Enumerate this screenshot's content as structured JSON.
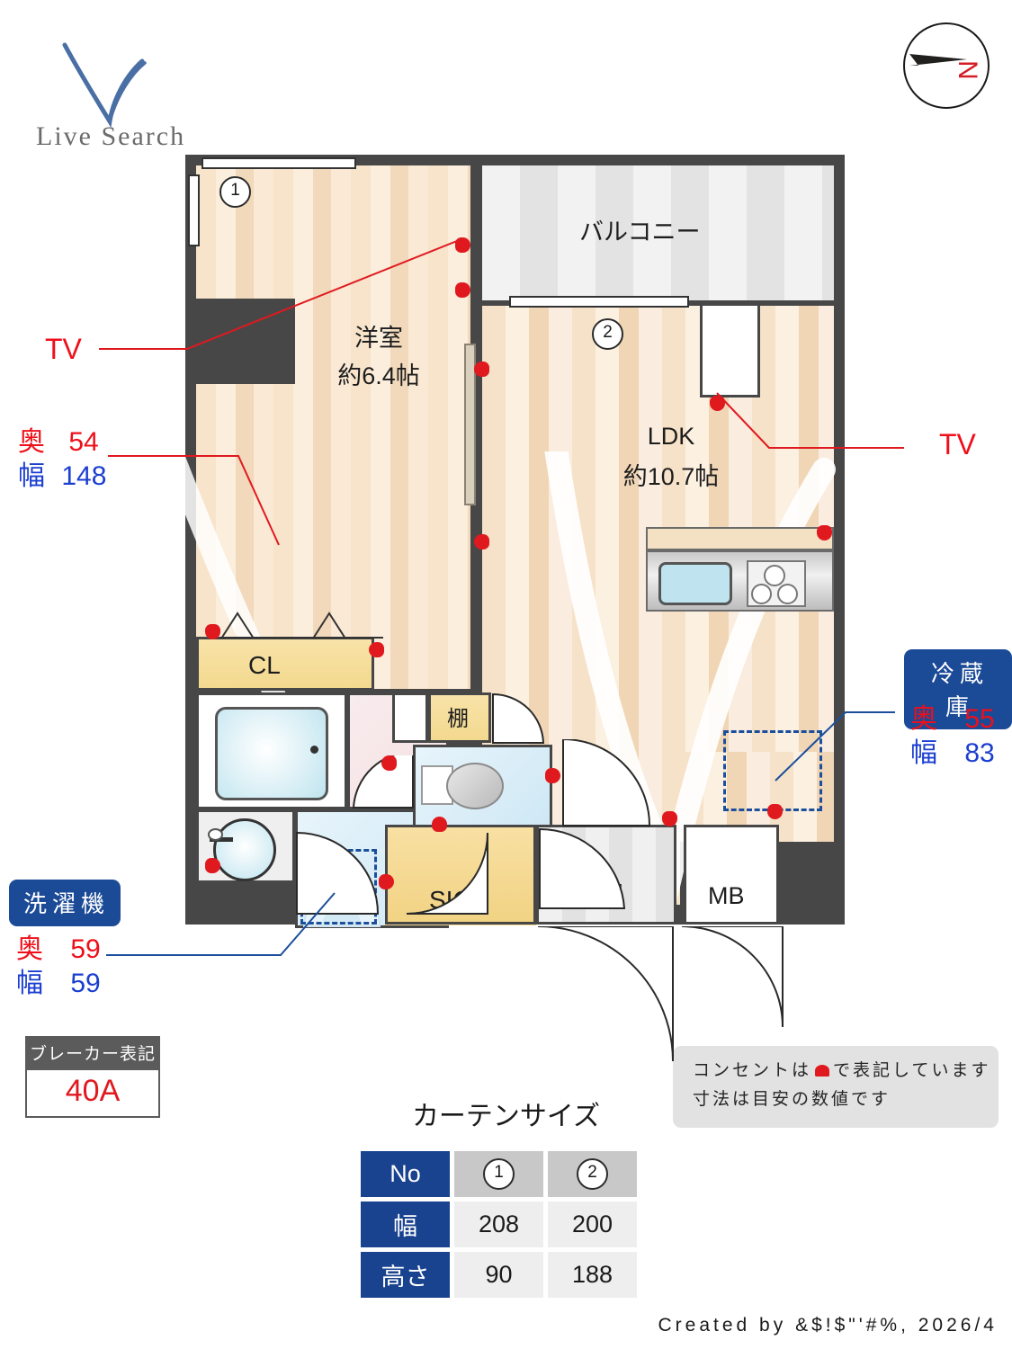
{
  "brand": {
    "name": "Live Search",
    "logo_icon": "check-swoosh-icon"
  },
  "compass": {
    "label": "N",
    "icon": "compass-needle-icon"
  },
  "plan": {
    "rooms": [
      {
        "id": "balcony",
        "label": "バルコニー",
        "sub": ""
      },
      {
        "id": "yoshitsu",
        "label": "洋室",
        "sub": "約6.4帖"
      },
      {
        "id": "ldk",
        "label": "LDK",
        "sub": "約10.7帖"
      },
      {
        "id": "cl",
        "label": "CL",
        "sub": ""
      },
      {
        "id": "tana",
        "label": "棚",
        "sub": ""
      },
      {
        "id": "sic",
        "label": "SIC",
        "sub": ""
      },
      {
        "id": "genkan",
        "label": "玄関",
        "sub": ""
      },
      {
        "id": "mb",
        "label": "MB",
        "sub": ""
      }
    ],
    "curtain_markers": [
      "1",
      "2"
    ]
  },
  "annotations": {
    "tv_left": {
      "label": "TV"
    },
    "tv_right": {
      "label": "TV"
    },
    "tv_dims": {
      "depth_key": "奥",
      "depth_val": "54",
      "width_key": "幅",
      "width_val": "148"
    },
    "fridge": {
      "title": "冷蔵庫",
      "depth_key": "奥",
      "depth_val": "55",
      "width_key": "幅",
      "width_val": "83"
    },
    "washer": {
      "title": "洗濯機",
      "depth_key": "奥",
      "depth_val": "59",
      "width_key": "幅",
      "width_val": "59"
    }
  },
  "breaker": {
    "title": "ブレーカー表記",
    "value": "40A"
  },
  "note": {
    "line1_before": "コンセントは",
    "line1_after": "で表記しています",
    "line2": "寸法は目安の数値です"
  },
  "curtain": {
    "title": "カーテンサイズ",
    "headers": [
      "No",
      "幅",
      "高さ"
    ],
    "columns": [
      "1",
      "2"
    ],
    "width": [
      "208",
      "200"
    ],
    "height": [
      "90",
      "188"
    ]
  },
  "credit": {
    "text": "Created by  &$!$\"'#%, 2026/4"
  },
  "watermark": {
    "text": "Live Search"
  },
  "colors": {
    "wall": "#474747",
    "accent_blue": "#19428f",
    "accent_red": "#e0191f",
    "dim_blue": "#1b3fd0"
  }
}
